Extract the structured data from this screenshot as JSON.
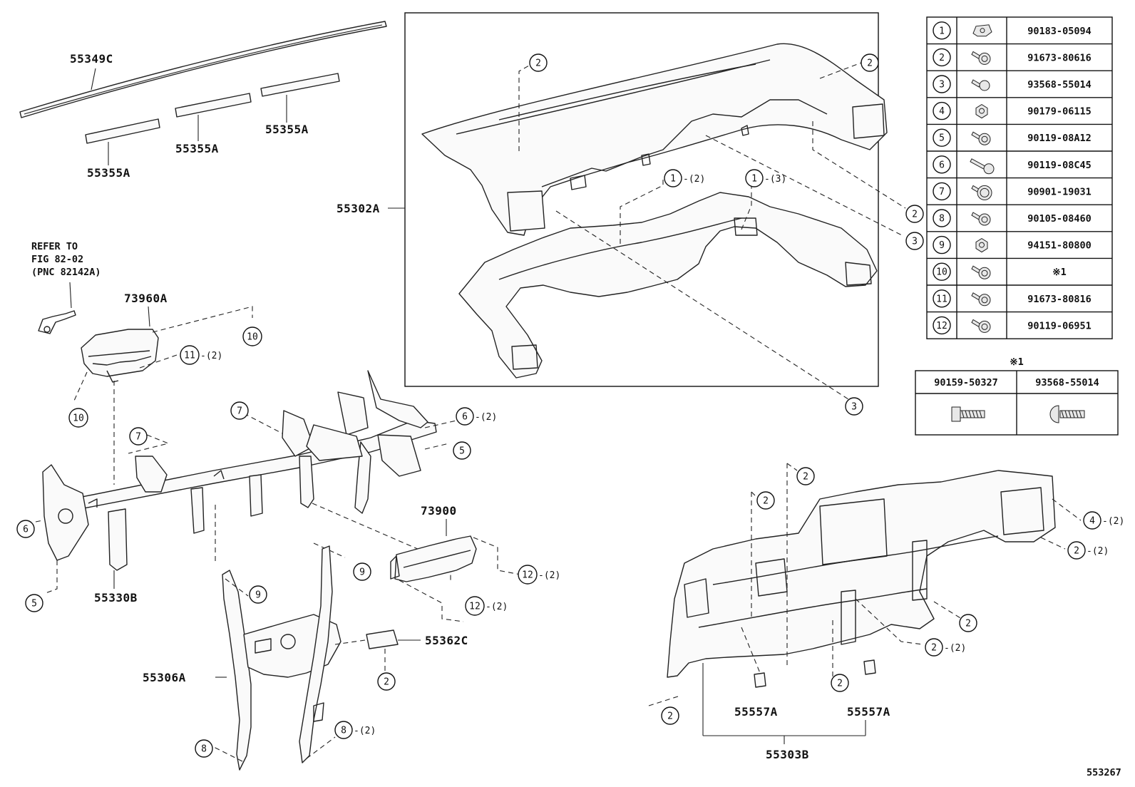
{
  "diagram_number": "553267",
  "refer_note": [
    "REFER TO",
    "FIG 82-02",
    "(PNC 82142A)"
  ],
  "part_labels": {
    "p55349C": "55349C",
    "p55355A_1": "55355A",
    "p55355A_2": "55355A",
    "p55355A_3": "55355A",
    "p55302A": "55302A",
    "p73960A": "73960A",
    "p55330B": "55330B",
    "p73900": "73900",
    "p55362C": "55362C",
    "p55306A": "55306A",
    "p55557A_1": "55557A",
    "p55557A_2": "55557A",
    "p55303B": "55303B"
  },
  "callouts": {
    "c_2a": {
      "n": "2",
      "q": ""
    },
    "c_2b": {
      "n": "2",
      "q": ""
    },
    "c_1_2": {
      "n": "1",
      "q": "-(2)"
    },
    "c_1_3": {
      "n": "1",
      "q": "-(3)"
    },
    "c_2c": {
      "n": "2",
      "q": ""
    },
    "c_3a": {
      "n": "3",
      "q": ""
    },
    "c_3b": {
      "n": "3",
      "q": ""
    },
    "c_10a": {
      "n": "10",
      "q": ""
    },
    "c_11": {
      "n": "11",
      "q": "-(2)"
    },
    "c_10b": {
      "n": "10",
      "q": ""
    },
    "c_7a": {
      "n": "7",
      "q": ""
    },
    "c_6r": {
      "n": "6",
      "q": "-(2)"
    },
    "c_7b": {
      "n": "7",
      "q": ""
    },
    "c_5r": {
      "n": "5",
      "q": ""
    },
    "c_6l": {
      "n": "6",
      "q": ""
    },
    "c_5l": {
      "n": "5",
      "q": ""
    },
    "c_9a": {
      "n": "9",
      "q": ""
    },
    "c_9b": {
      "n": "9",
      "q": ""
    },
    "c_12a": {
      "n": "12",
      "q": "-(2)"
    },
    "c_12b": {
      "n": "12",
      "q": "-(2)"
    },
    "c_2d": {
      "n": "2",
      "q": ""
    },
    "c_8a": {
      "n": "8",
      "q": ""
    },
    "c_8b": {
      "n": "8",
      "q": "-(2)"
    },
    "c_2e": {
      "n": "2",
      "q": ""
    },
    "c_2f": {
      "n": "2",
      "q": ""
    },
    "c_4": {
      "n": "4",
      "q": "-(2)"
    },
    "c_2g": {
      "n": "2",
      "q": "-(2)"
    },
    "c_2h": {
      "n": "2",
      "q": ""
    },
    "c_2i": {
      "n": "2",
      "q": "-(2)"
    },
    "c_2j": {
      "n": "2",
      "q": ""
    },
    "c_2k": {
      "n": "2",
      "q": ""
    }
  },
  "fastener_table": [
    {
      "ref": "1",
      "icon": "u-nut-icon",
      "part": "90183-05094"
    },
    {
      "ref": "2",
      "icon": "flange-bolt-icon",
      "part": "91673-80616"
    },
    {
      "ref": "3",
      "icon": "screw-icon",
      "part": "93568-55014"
    },
    {
      "ref": "4",
      "icon": "nut-icon",
      "part": "90179-06115"
    },
    {
      "ref": "5",
      "icon": "flange-bolt-icon",
      "part": "90119-08A12"
    },
    {
      "ref": "6",
      "icon": "long-bolt-icon",
      "part": "90119-08C45"
    },
    {
      "ref": "7",
      "icon": "washer-bolt-icon",
      "part": "90901-19031"
    },
    {
      "ref": "8",
      "icon": "flange-bolt-icon",
      "part": "90105-08460"
    },
    {
      "ref": "9",
      "icon": "nut-icon",
      "part": "94151-80800"
    },
    {
      "ref": "10",
      "icon": "flange-bolt-icon",
      "part": "※1"
    },
    {
      "ref": "11",
      "icon": "flange-bolt-icon",
      "part": "91673-80816"
    },
    {
      "ref": "12",
      "icon": "flange-bolt-icon",
      "part": "90119-06951"
    }
  ],
  "note_table": {
    "title": "※1",
    "columns": [
      "90159-50327",
      "93568-55014"
    ],
    "icons": [
      "hex-bolt-icon",
      "round-head-screw-icon"
    ]
  }
}
